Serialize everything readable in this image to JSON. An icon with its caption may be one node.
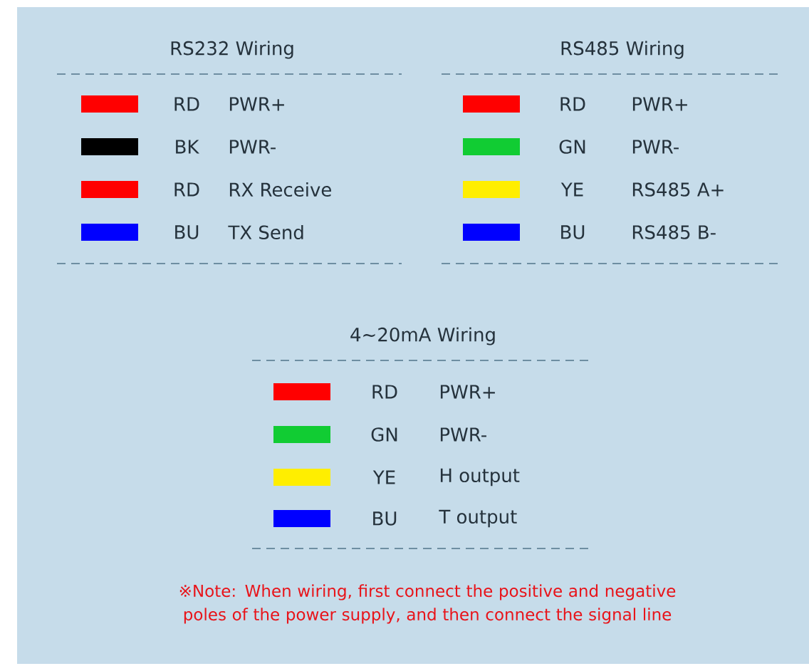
{
  "diagram": {
    "labels": [
      "RS232 Wiring",
      "RS485 Wiring",
      "PWR+",
      "PWR-",
      "RX Receive",
      "TX Send",
      "PWR+",
      "PWR-",
      "RS485 A+",
      "RS485 B-",
      "4~20mA Wiring",
      "PWR+",
      "PWR-",
      "H output",
      "T output",
      "※Note: When wiring, first connect the positive and negative poles of the power supply, and then connect the signal line"
    ],
    "legend": [
      {
        "text": "RD",
        "color": "#ff0000"
      },
      {
        "text": "BK",
        "color": "#000000"
      },
      {
        "text": "RD",
        "color": "#ff0000"
      },
      {
        "text": "BU",
        "color": "#0000ff"
      },
      {
        "text": "RD",
        "color": "#ff0000"
      },
      {
        "text": "GN",
        "color": "#11cc33"
      },
      {
        "text": "YE",
        "color": "#ffee00"
      },
      {
        "text": "BU",
        "color": "#0000ff"
      },
      {
        "text": "RD",
        "color": "#ff0000"
      },
      {
        "text": "GN",
        "color": "#11cc33"
      },
      {
        "text": "YE",
        "color": "#ffee00"
      },
      {
        "text": "BU",
        "color": "#0000ff"
      }
    ]
  }
}
